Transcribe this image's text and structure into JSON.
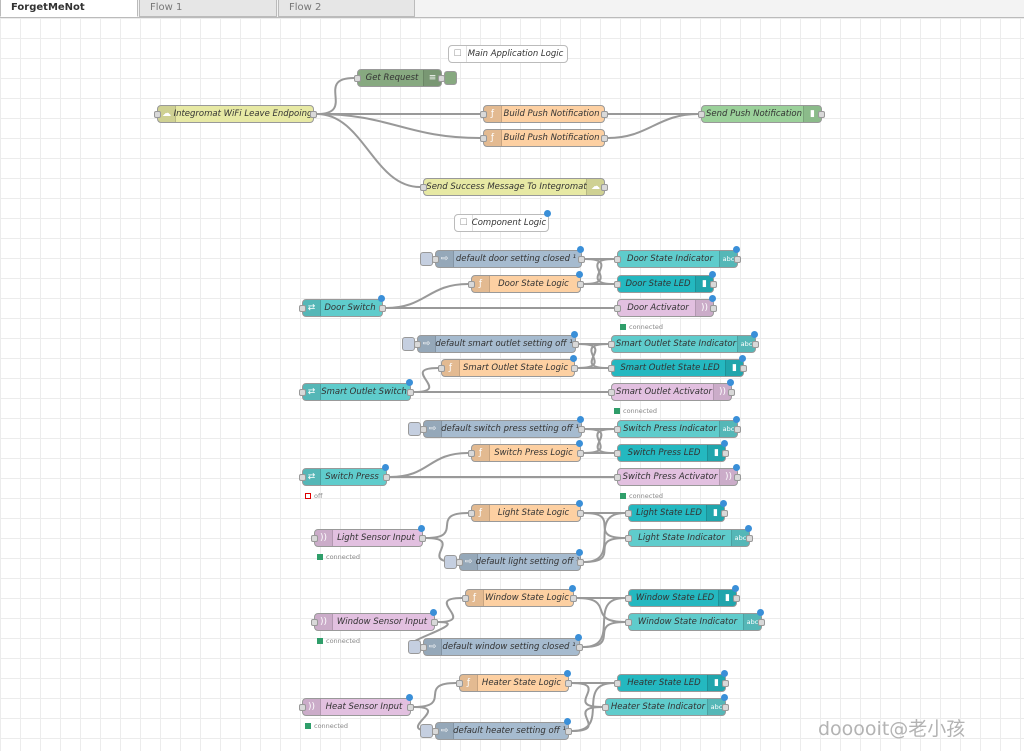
{
  "tabs": [
    {
      "label": "ForgetMeNot"
    },
    {
      "label": "Flow 1"
    },
    {
      "label": "Flow 2"
    }
  ],
  "icons": {
    "function": "ƒ",
    "inject": "⇨",
    "http": "☁",
    "switch": "⇄",
    "debug": "≡",
    "mqtt": "))",
    "abc": "abc",
    "led": "▮",
    "comment": "☐"
  },
  "colors": {
    "http": "#e7e9a4",
    "function": "#fdd0a2",
    "inject": "#a6bbcf",
    "dashboard": "#40c8c8",
    "sensor": "#e2c0e0",
    "debug": "#87a980",
    "comment": "#ffffff",
    "wire": "#999999"
  },
  "nodes": {
    "main_logic": {
      "label": "Main Application Logic"
    },
    "get_request": {
      "label": "Get Request"
    },
    "wifi_endpoint": {
      "label": "Integromat WiFi Leave Endpoing"
    },
    "build_push_1": {
      "label": "Build Push Notification"
    },
    "build_push_2": {
      "label": "Build Push Notification"
    },
    "send_push": {
      "label": "Send Push Notification"
    },
    "send_success": {
      "label": "Send Success Message To Integromat"
    },
    "component_logic": {
      "label": "Component Logic"
    },
    "door_default": {
      "label": "default door setting closed ¹"
    },
    "door_state_indicator": {
      "label": "Door State Indicator"
    },
    "door_state_logic": {
      "label": "Door State Logic"
    },
    "door_state_led": {
      "label": "Door State LED"
    },
    "door_switch": {
      "label": "Door Switch"
    },
    "door_activator": {
      "label": "Door Activator",
      "status": "connected"
    },
    "outlet_default": {
      "label": "default smart outlet setting off ¹"
    },
    "outlet_state_indicator": {
      "label": "Smart Outlet State Indicator"
    },
    "outlet_state_logic": {
      "label": "Smart Outlet State Logic"
    },
    "outlet_state_led": {
      "label": "Smart Outlet State LED"
    },
    "outlet_switch": {
      "label": "Smart Outlet Switch"
    },
    "outlet_activator": {
      "label": "Smart Outlet Activator",
      "status": "connected"
    },
    "press_default": {
      "label": "default switch press setting off ¹"
    },
    "press_indicator": {
      "label": "Switch Press Indicator"
    },
    "press_logic": {
      "label": "Switch Press Logic"
    },
    "press_led": {
      "label": "Switch Press LED"
    },
    "switch_press": {
      "label": "Switch Press",
      "status": "off"
    },
    "press_activator": {
      "label": "Switch Press Activator",
      "status": "connected"
    },
    "light_logic": {
      "label": "Light State Logic"
    },
    "light_led": {
      "label": "Light State LED"
    },
    "light_sensor": {
      "label": "Light Sensor Input",
      "status": "connected"
    },
    "light_indicator": {
      "label": "Light State Indicator"
    },
    "light_default": {
      "label": "default light setting off ¹"
    },
    "window_logic": {
      "label": "Window State Logic"
    },
    "window_led": {
      "label": "Window State LED"
    },
    "window_sensor": {
      "label": "Window Sensor Input",
      "status": "connected"
    },
    "window_indicator": {
      "label": "Window State Indicator"
    },
    "window_default": {
      "label": "default window setting closed ¹"
    },
    "heater_logic": {
      "label": "Heater State Logic"
    },
    "heater_led": {
      "label": "Heater State LED"
    },
    "heater_sensor": {
      "label": "Heat Sensor Input",
      "status": "connected"
    },
    "heater_indicator": {
      "label": "Heater State Indicator"
    },
    "heater_default": {
      "label": "default heater setting off ¹"
    }
  },
  "watermark": "dooooit@老小孩"
}
